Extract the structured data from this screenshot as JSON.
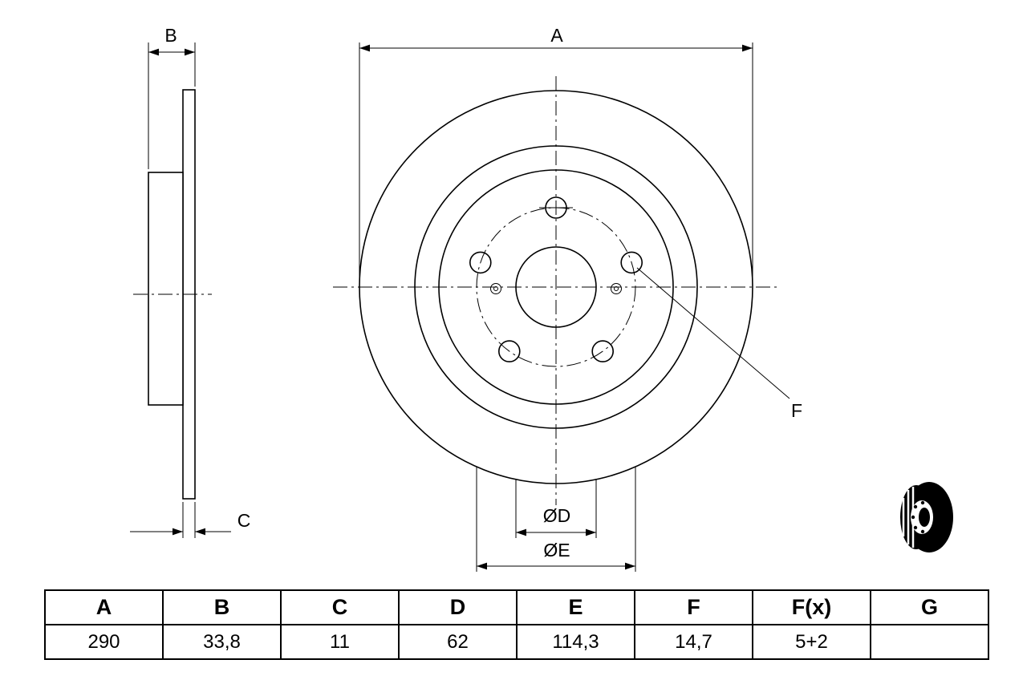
{
  "drawing": {
    "dim_a_label": "A",
    "dim_b_label": "B",
    "dim_c_label": "C",
    "dim_f_label": "F",
    "dim_d_label": "ØD",
    "dim_e_label": "ØE"
  },
  "table": {
    "headers": [
      "A",
      "B",
      "C",
      "D",
      "E",
      "F",
      "F(x)",
      "G"
    ],
    "values": [
      "290",
      "33,8",
      "11",
      "62",
      "114,3",
      "14,7",
      "5+2",
      ""
    ]
  }
}
